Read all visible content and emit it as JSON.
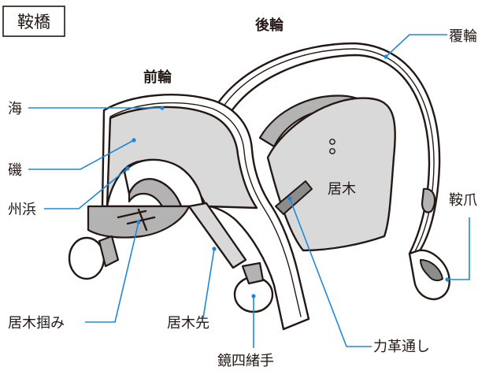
{
  "title": "鞍橋",
  "labels": {
    "kouwa": "後輪",
    "fukurin": "覆輪",
    "maewa": "前輪",
    "umi": "海",
    "iso": "磯",
    "suhama": "州浜",
    "igi": "居木",
    "kuratsume": "鞍爪",
    "igi_tsukami": "居木掴み",
    "igi_saki": "居木先",
    "chikarakawa_toshi": "力革通し",
    "kagami_shiode": "鏡四緒手"
  },
  "colors": {
    "ink": "#231815",
    "leader": "#1e88d7",
    "light": "#d9d9d9",
    "mid": "#b3b3b3",
    "dark": "#8c8c8c"
  }
}
